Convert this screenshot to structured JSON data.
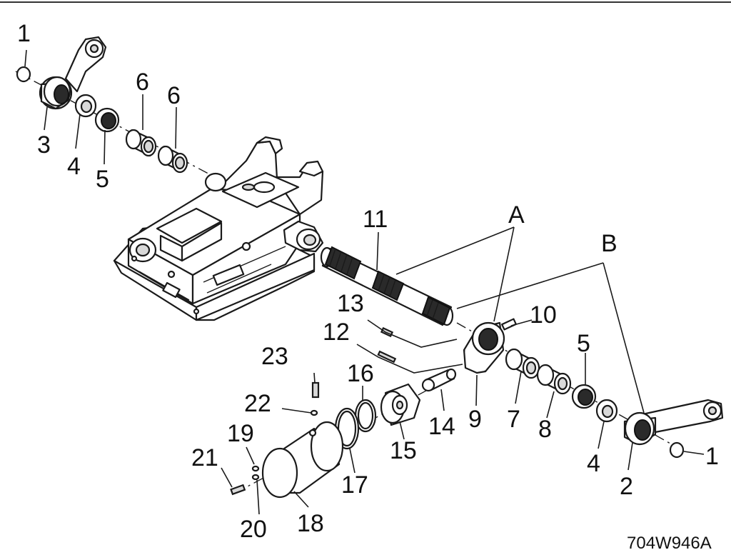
{
  "diagram": {
    "drawing_code": "704W946A",
    "callouts": [
      {
        "id": "c1a",
        "text": "1"
      },
      {
        "id": "c3",
        "text": "3"
      },
      {
        "id": "c4a",
        "text": "4"
      },
      {
        "id": "c5a",
        "text": "5"
      },
      {
        "id": "c6a",
        "text": "6"
      },
      {
        "id": "c6b",
        "text": "6"
      },
      {
        "id": "c11",
        "text": "11"
      },
      {
        "id": "cA",
        "text": "A"
      },
      {
        "id": "cB",
        "text": "B"
      },
      {
        "id": "c10",
        "text": "10"
      },
      {
        "id": "c13",
        "text": "13"
      },
      {
        "id": "c12",
        "text": "12"
      },
      {
        "id": "c23",
        "text": "23"
      },
      {
        "id": "c16",
        "text": "16"
      },
      {
        "id": "c22",
        "text": "22"
      },
      {
        "id": "c19",
        "text": "19"
      },
      {
        "id": "c21",
        "text": "21"
      },
      {
        "id": "c9",
        "text": "9"
      },
      {
        "id": "c7",
        "text": "7"
      },
      {
        "id": "c5b",
        "text": "5"
      },
      {
        "id": "c8",
        "text": "8"
      },
      {
        "id": "c14",
        "text": "14"
      },
      {
        "id": "c15",
        "text": "15"
      },
      {
        "id": "c4b",
        "text": "4"
      },
      {
        "id": "c1b",
        "text": "1"
      },
      {
        "id": "c2",
        "text": "2"
      },
      {
        "id": "c17",
        "text": "17"
      },
      {
        "id": "c20",
        "text": "20"
      },
      {
        "id": "c18",
        "text": "18"
      }
    ]
  }
}
